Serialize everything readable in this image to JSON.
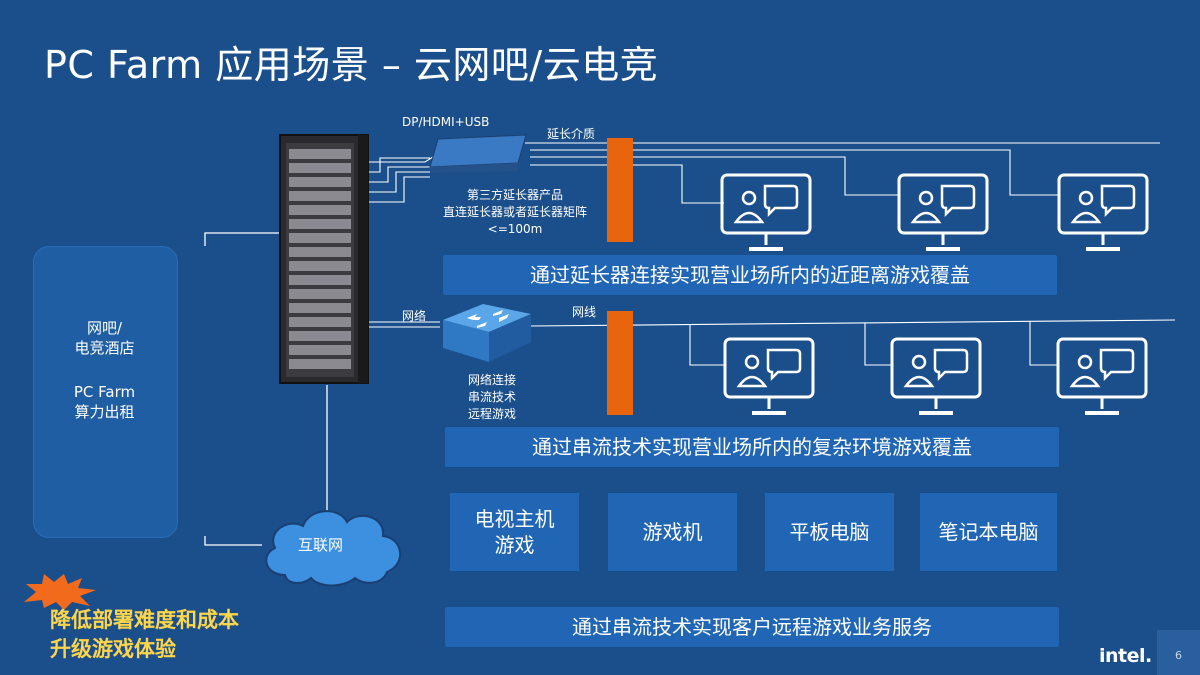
{
  "title": "PC Farm 应用场景 – 云网吧/云电竞",
  "labels": {
    "dp_hdmi_usb": "DP/HDMI+USB",
    "extension_medium": "延长介质",
    "extender_desc": "第三方延长器产品\n直连延长器或者延长器矩阵\n<=100m",
    "network": "网络",
    "lan_cable": "网线",
    "network_desc": "网络连接\n串流技术\n远程游戏",
    "internet": "互联网"
  },
  "side_panel": {
    "line1": "网吧/\n电竞酒店",
    "line2": "PC Farm\n算力出租"
  },
  "banners": {
    "extender": "通过延长器连接实现营业场所内的近距离游戏覆盖",
    "streaming": "通过串流技术实现营业场所内的复杂环境游戏覆盖",
    "remote": "通过串流技术实现客户远程游戏业务服务"
  },
  "devices": [
    {
      "label": "电视主机\n游戏"
    },
    {
      "label": "游戏机"
    },
    {
      "label": "平板电脑"
    },
    {
      "label": "笔记本电脑"
    }
  ],
  "benefit": "降低部署难度和成本\n升级游戏体验",
  "logo": "intel.",
  "page_number": "6",
  "icons": {
    "monitor": "monitor-user-chat-icon",
    "server": "server-rack-icon",
    "network_switch": "network-switch-icon",
    "extender_device": "extender-device-icon",
    "cloud": "cloud-icon",
    "starburst": "starburst-icon"
  },
  "colors": {
    "background": "#1b4f8b",
    "banner": "#2166b5",
    "accent_orange": "#e8650e",
    "benefit_yellow": "#ffd54a"
  }
}
